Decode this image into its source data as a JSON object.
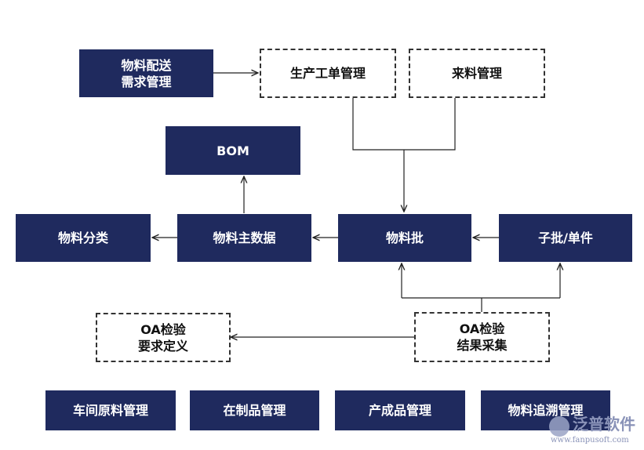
{
  "nodes": {
    "material_delivery_demand": [
      "物料配送",
      "需求管理"
    ],
    "production_order_mgmt": "生产工单管理",
    "incoming_material_mgmt": "来料管理",
    "bom": "BOM",
    "material_category": "物料分类",
    "material_master_data": "物料主数据",
    "material_batch": "物料批",
    "sub_batch_single": "子批/单件",
    "oa_inspection_requirement": [
      "OA检验",
      "要求定义"
    ],
    "oa_inspection_result": [
      "OA检验",
      "结果采集"
    ],
    "workshop_raw_material_mgmt": "车间原料管理",
    "wip_mgmt": "在制品管理",
    "finished_product_mgmt": "产成品管理",
    "material_traceability_mgmt": "物料追溯管理"
  },
  "watermark": {
    "title": "泛普软件",
    "url": "www.fanpusoft.com"
  },
  "colors": {
    "solid_fill": "#1f2a5e",
    "solid_text": "#ffffff",
    "dashed_border": "#333333",
    "line": "#222222"
  }
}
